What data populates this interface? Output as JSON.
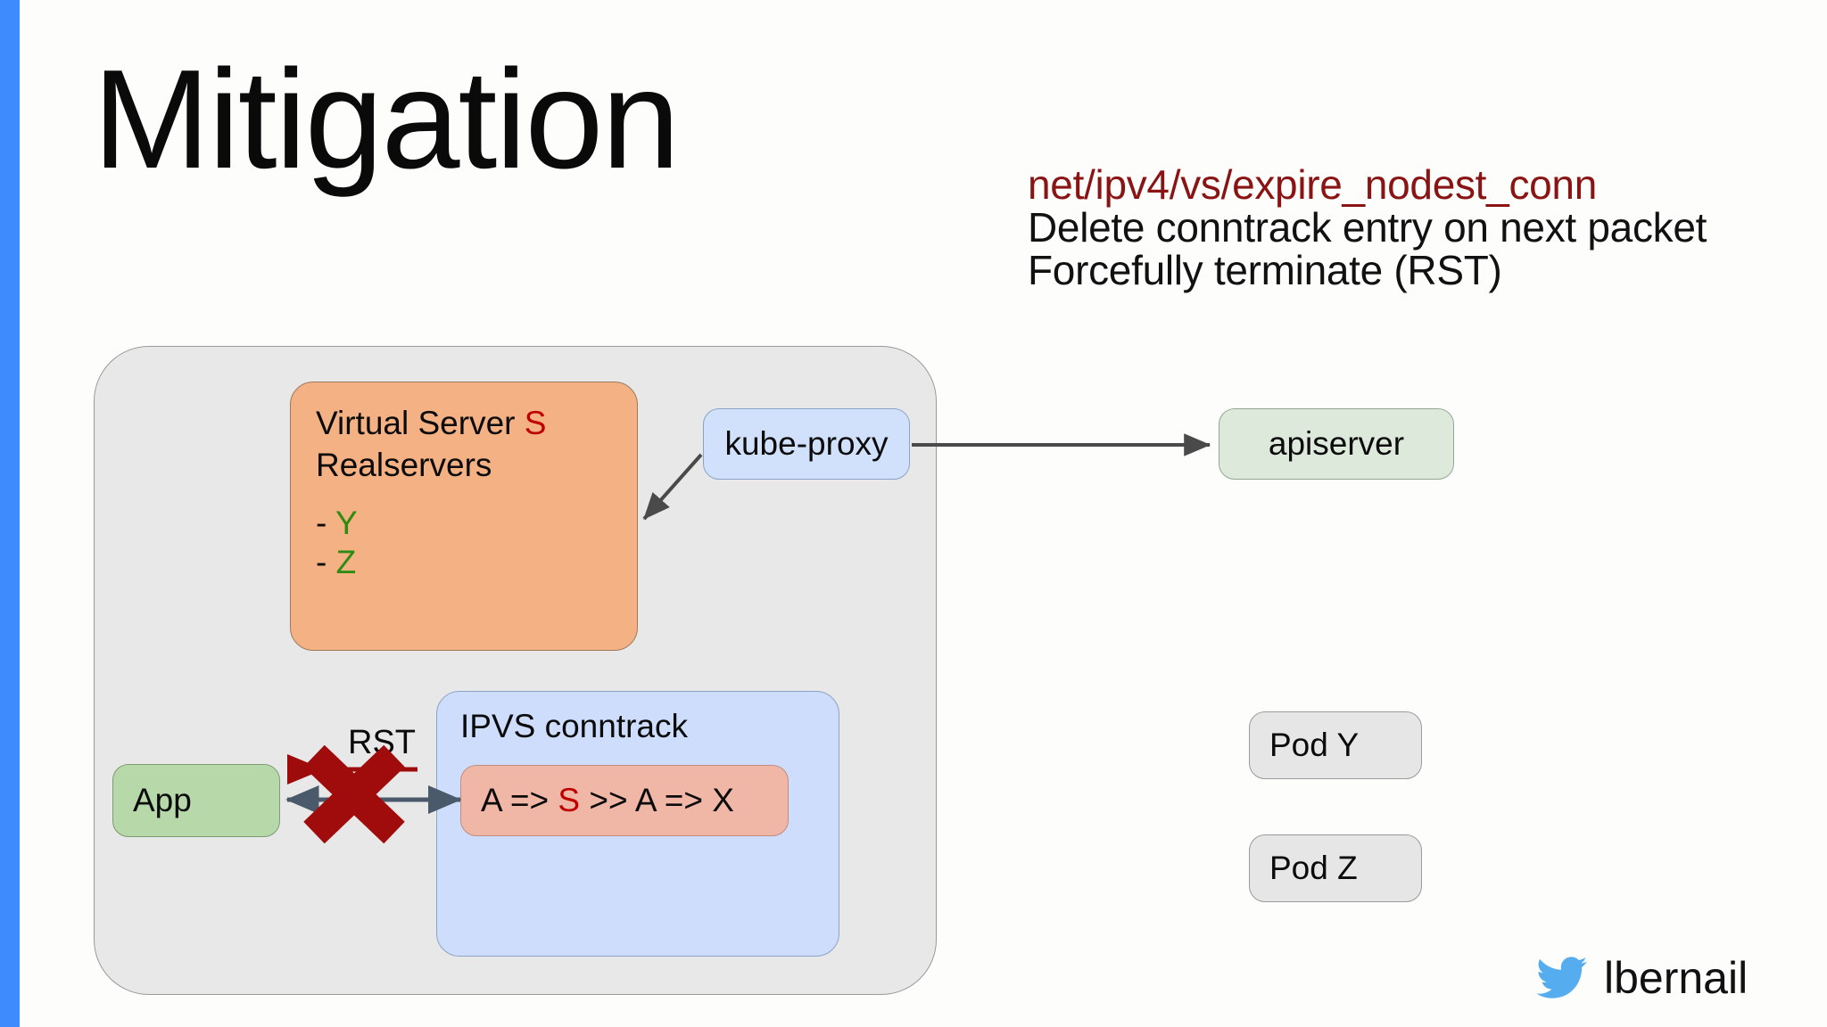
{
  "slide": {
    "title": "Mitigation",
    "accent_color": "#3d8bfd",
    "background": "#fdfefc"
  },
  "notes": {
    "sysctl": "net/ipv4/vs/expire_nodest_conn",
    "sysctl_color": "#8a1414",
    "lines": [
      "Delete conntrack entry on next packet",
      "Forcefully terminate (RST)"
    ]
  },
  "diagram": {
    "virtual_server": {
      "line1_prefix": "Virtual Server ",
      "line1_highlight": "S",
      "line2": "Realservers",
      "bullets": [
        {
          "dash": "-  ",
          "name": "Y"
        },
        {
          "dash": "-  ",
          "name": "Z"
        }
      ],
      "fill": "#f4b183"
    },
    "kube_proxy": {
      "label": "kube-proxy",
      "fill": "#d2e1fb"
    },
    "apiserver": {
      "label": "apiserver",
      "fill": "#ddeadb"
    },
    "app": {
      "label": "App",
      "fill": "#b7d9a9"
    },
    "ipvs_conntrack": {
      "title": "IPVS conntrack",
      "fill": "#cdddfb",
      "entry": {
        "prefix": "A => ",
        "highlight": "S",
        "suffix": " >> A => X",
        "fill": "#f0b6a6"
      }
    },
    "pods": [
      {
        "label": "Pod Y",
        "fill": "#e6e6e6"
      },
      {
        "label": "Pod Z",
        "fill": "#e6e6e6"
      }
    ],
    "rst_label": "RST",
    "rst_color": "#9e0b0b",
    "blocked_marker": "x-cross",
    "arrow_color": "#4a5a6a"
  },
  "credit": {
    "handle": "lbernail",
    "icon": "twitter-bird-icon",
    "icon_color": "#55acee"
  }
}
